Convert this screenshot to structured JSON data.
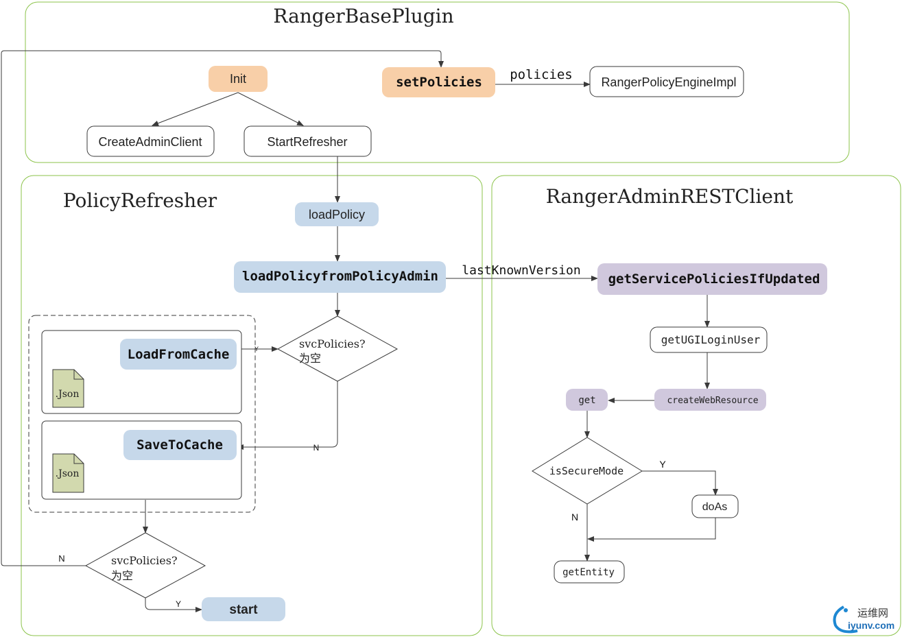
{
  "containers": {
    "base_plugin_title": "RangerBasePlugin",
    "refresher_title": "PolicyRefresher",
    "rest_client_title": "RangerAdminRESTClient"
  },
  "nodes": {
    "init": "Init",
    "set_policies": "setPolicies",
    "policy_engine": "RangerPolicyEngineImpl",
    "create_admin_client": "CreateAdminClient",
    "start_refresher": "StartRefresher",
    "load_policy": "loadPolicy",
    "load_policy_from_admin": "loadPolicyfromPolicyAdmin",
    "get_service_policies": "getServicePoliciesIfUpdated",
    "get_ugi_login_user": "getUGILoginUser",
    "create_web_resource": "createWebResource",
    "get": "get",
    "is_secure_mode": "isSecureMode",
    "do_as": "doAs",
    "get_entity": "getEntity",
    "load_from_cache": "LoadFromCache",
    "save_to_cache": "SaveToCache",
    "json_file_1": ".Json",
    "json_file_2": ".Json",
    "decision_1_line1": "svcPolicies?",
    "decision_1_line2": "为空",
    "decision_2_line1": "svcPolicies?",
    "decision_2_line2": "为空",
    "start": "start"
  },
  "edge_labels": {
    "policies": "policies",
    "last_known_version": "lastKnownVersion",
    "cache_yes": "Y",
    "cache_no": "N",
    "secure_yes": "Y",
    "secure_no": "N",
    "final_no": "N",
    "final_yes": "Y"
  },
  "watermark": {
    "cn": "运维网",
    "domain": "iyunv.com"
  },
  "colors": {
    "container_border": "#8bc34a",
    "orange_node": "#f8cfa8",
    "blue_node": "#c6d8ea",
    "purple_node": "#d0c8dd",
    "doc_fill": "#d2d9ae"
  }
}
